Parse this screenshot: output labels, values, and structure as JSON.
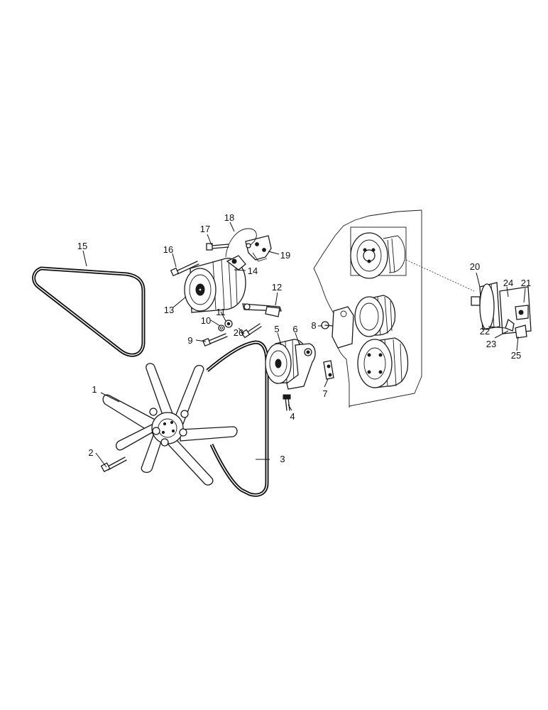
{
  "diagram": {
    "callouts": [
      {
        "id": "1",
        "text": "1"
      },
      {
        "id": "2",
        "text": "2"
      },
      {
        "id": "3",
        "text": "3"
      },
      {
        "id": "4",
        "text": "4"
      },
      {
        "id": "5",
        "text": "5"
      },
      {
        "id": "6",
        "text": "6"
      },
      {
        "id": "7",
        "text": "7"
      },
      {
        "id": "8",
        "text": "8"
      },
      {
        "id": "9",
        "text": "9"
      },
      {
        "id": "10",
        "text": "10"
      },
      {
        "id": "11",
        "text": "11"
      },
      {
        "id": "12",
        "text": "12"
      },
      {
        "id": "13",
        "text": "13"
      },
      {
        "id": "14",
        "text": "14"
      },
      {
        "id": "15",
        "text": "15"
      },
      {
        "id": "16",
        "text": "16"
      },
      {
        "id": "17",
        "text": "17"
      },
      {
        "id": "18",
        "text": "18"
      },
      {
        "id": "19",
        "text": "19"
      },
      {
        "id": "20",
        "text": "20"
      },
      {
        "id": "21",
        "text": "21"
      },
      {
        "id": "22",
        "text": "22"
      },
      {
        "id": "23",
        "text": "23"
      },
      {
        "id": "24",
        "text": "24"
      },
      {
        "id": "25",
        "text": "25"
      },
      {
        "id": "26",
        "text": "26"
      }
    ]
  }
}
